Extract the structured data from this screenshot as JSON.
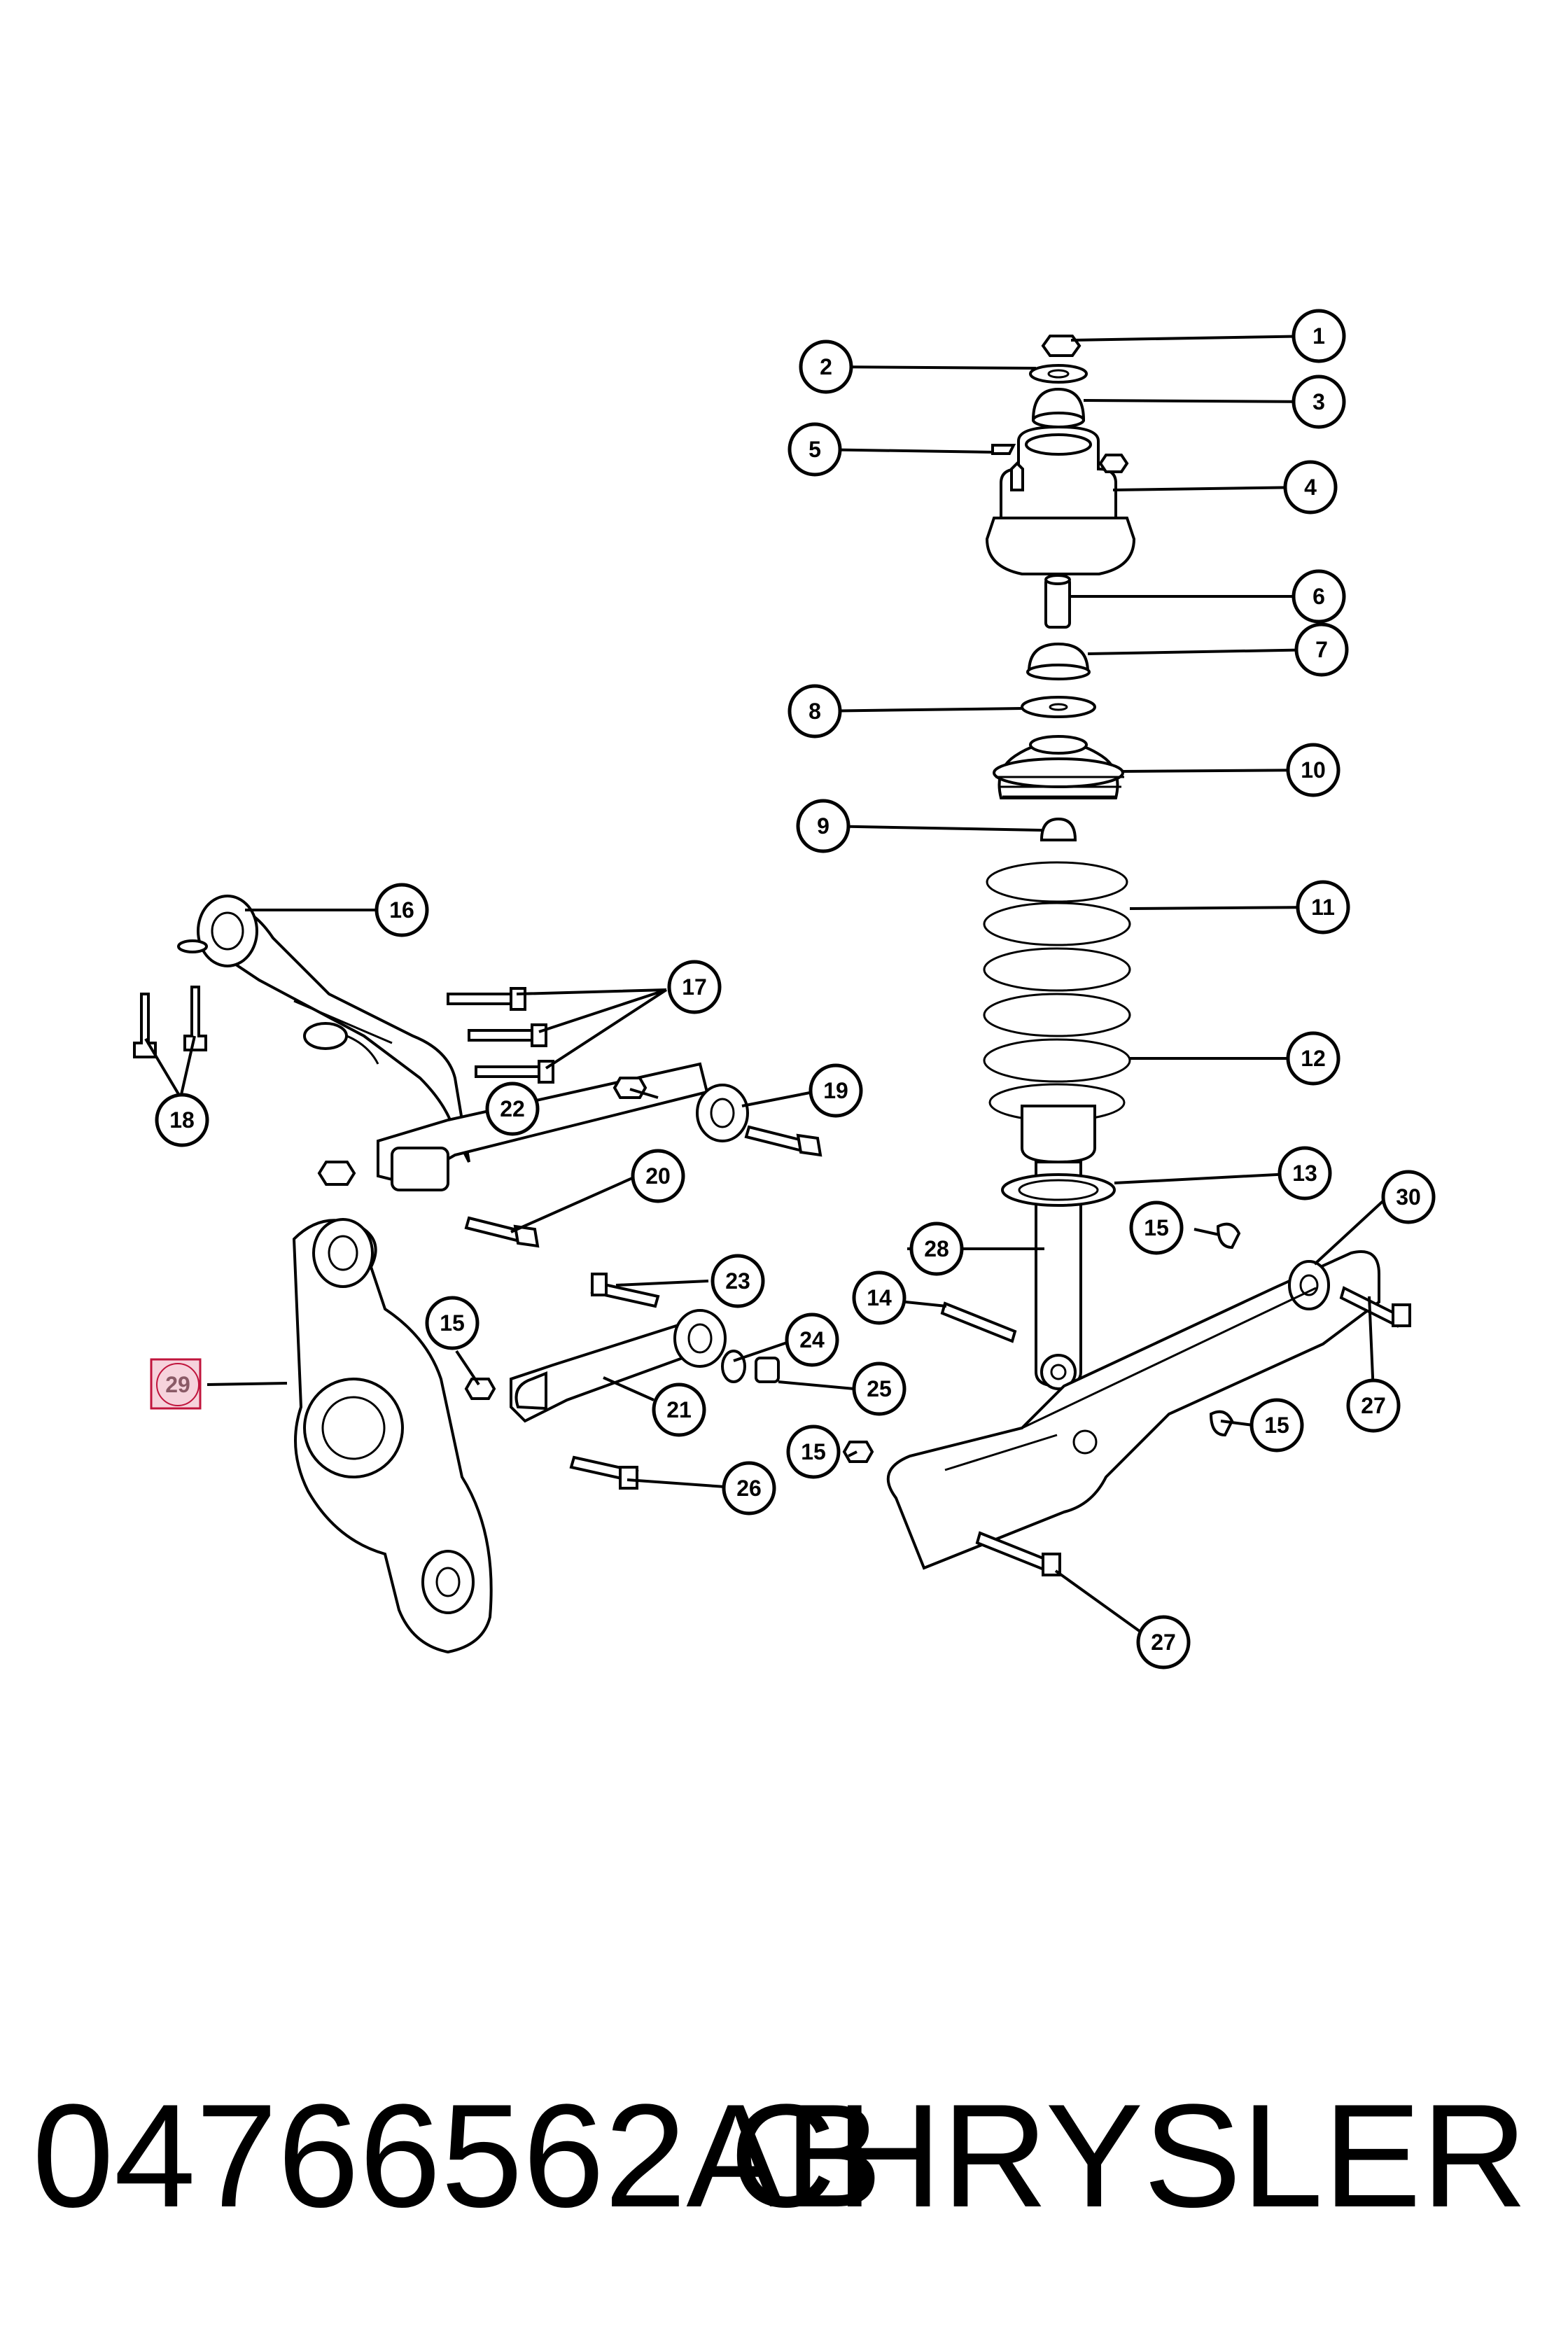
{
  "diagram": {
    "callouts": [
      {
        "label": "1"
      },
      {
        "label": "2"
      },
      {
        "label": "3"
      },
      {
        "label": "4"
      },
      {
        "label": "5"
      },
      {
        "label": "6"
      },
      {
        "label": "7"
      },
      {
        "label": "8"
      },
      {
        "label": "9"
      },
      {
        "label": "10"
      },
      {
        "label": "11"
      },
      {
        "label": "12"
      },
      {
        "label": "13"
      },
      {
        "label": "14"
      },
      {
        "label": "15"
      },
      {
        "label": "15"
      },
      {
        "label": "15"
      },
      {
        "label": "15"
      },
      {
        "label": "16"
      },
      {
        "label": "17"
      },
      {
        "label": "18"
      },
      {
        "label": "19"
      },
      {
        "label": "20"
      },
      {
        "label": "21"
      },
      {
        "label": "22"
      },
      {
        "label": "23"
      },
      {
        "label": "24"
      },
      {
        "label": "25"
      },
      {
        "label": "26"
      },
      {
        "label": "27"
      },
      {
        "label": "27"
      },
      {
        "label": "28"
      },
      {
        "label": "30"
      }
    ],
    "highlighted_callout": {
      "label": "29",
      "highlight_color": "#f6d3dc",
      "border_color": "#c0143c"
    }
  },
  "footer": {
    "part_number": "04766562AB",
    "brand": "CHRYSLER"
  }
}
